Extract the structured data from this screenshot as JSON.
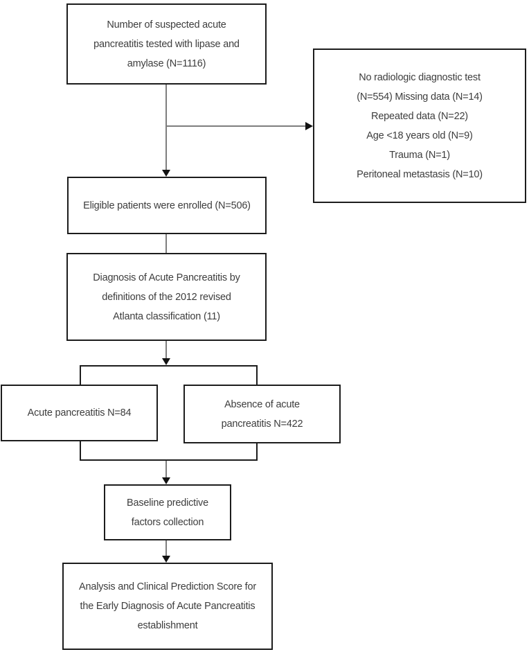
{
  "diagram": {
    "type": "flowchart",
    "colors": {
      "background": "#ffffff",
      "box_border": "#1c1c1c",
      "connector_line": "#7d7d7d",
      "arrowhead": "#121212",
      "text": "#3d3d3d"
    },
    "boxes": {
      "suspected": {
        "lines": [
          "Number of suspected acute",
          "pancreatitis tested with lipase and",
          "amylase (N=1116)"
        ]
      },
      "exclusions": {
        "lines": [
          "No radiologic diagnostic test",
          "(N=554) Missing data (N=14)",
          "Repeated data (N=22)",
          "Age <18 years old (N=9)",
          "Trauma (N=1)",
          "Peritoneal metastasis (N=10)"
        ]
      },
      "eligible": {
        "lines": [
          "Eligible patients were enrolled (N=506)"
        ]
      },
      "diagnosis": {
        "lines": [
          "Diagnosis of Acute Pancreatitis by",
          "definitions of the 2012 revised",
          "Atlanta classification (11)"
        ]
      },
      "acute": {
        "lines": [
          "Acute pancreatitis N=84"
        ]
      },
      "absence": {
        "lines": [
          "Absence of acute",
          "pancreatitis N=422"
        ]
      },
      "baseline": {
        "lines": [
          "Baseline predictive",
          "factors collection"
        ]
      },
      "analysis": {
        "lines": [
          "Analysis and Clinical Prediction Score for",
          "the Early Diagnosis of Acute Pancreatitis",
          "establishment"
        ]
      }
    }
  }
}
